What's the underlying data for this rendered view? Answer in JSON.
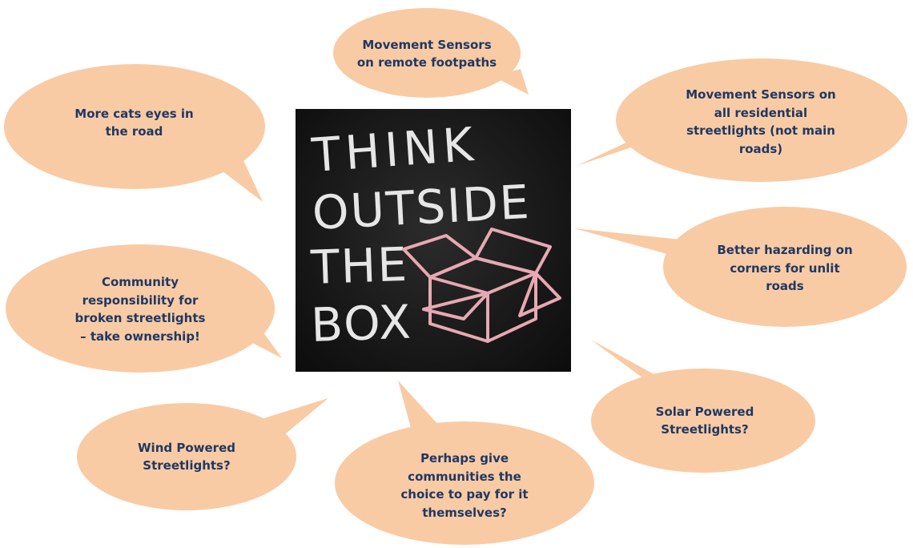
{
  "bubble_color": "#f9cba4",
  "text_color": "#1f3864",
  "center_image": {
    "chalk_lines": [
      "THINK",
      "OUTSIDE",
      "THE",
      "BOX"
    ],
    "box_icon": "open-box-icon",
    "box_color": "#e7a8b4"
  },
  "bubbles": [
    {
      "id": "top-center",
      "text": "Movement Sensors\non remote footpaths"
    },
    {
      "id": "top-left",
      "text": "More cats eyes in\nthe road"
    },
    {
      "id": "top-right",
      "text": "Movement Sensors on\nall residential\nstreetlights (not main\nroads)"
    },
    {
      "id": "mid-right",
      "text": "Better hazarding on\ncorners for unlit\nroads"
    },
    {
      "id": "mid-left",
      "text": "Community\nresponsibility for\nbroken streetlights\n– take ownership!"
    },
    {
      "id": "bottom-right",
      "text": "Solar Powered\nStreetlights?"
    },
    {
      "id": "bottom-left",
      "text": "Wind Powered\nStreetlights?"
    },
    {
      "id": "bottom-center",
      "text": "Perhaps give\ncommunities the\nchoice to pay for it\nthemselves?"
    }
  ]
}
